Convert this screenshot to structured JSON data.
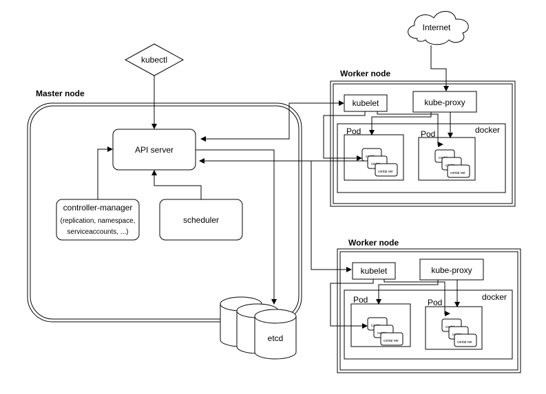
{
  "diagram": {
    "master_node": {
      "title": "Master node"
    },
    "kubectl": {
      "label": "kubectl"
    },
    "internet": {
      "label": "Internet"
    },
    "api_server": {
      "label": "API server"
    },
    "controller_manager": {
      "line1": "controller-manager",
      "line2": "(replication, namespace,",
      "line3": "serviceaccounts, ...)"
    },
    "scheduler": {
      "label": "scheduler"
    },
    "etcd": {
      "label": "etcd"
    },
    "workers": [
      {
        "title": "Worker node",
        "kubelet": "kubelet",
        "kube_proxy": "kube-proxy",
        "docker": "docker",
        "pods": [
          {
            "label": "Pod",
            "containers": [
              "contai",
              "contai",
              "contai ner"
            ]
          },
          {
            "label": "Pod",
            "containers": [
              "contai",
              "contai",
              "contai ner"
            ]
          }
        ]
      },
      {
        "title": "Worker node",
        "kubelet": "kubelet",
        "kube_proxy": "kube-proxy",
        "docker": "docker",
        "pods": [
          {
            "label": "Pod",
            "containers": [
              "contai",
              "contai",
              "contai ner"
            ]
          },
          {
            "label": "Pod",
            "containers": [
              "contai",
              "contai",
              "contai ner"
            ]
          }
        ]
      }
    ]
  }
}
